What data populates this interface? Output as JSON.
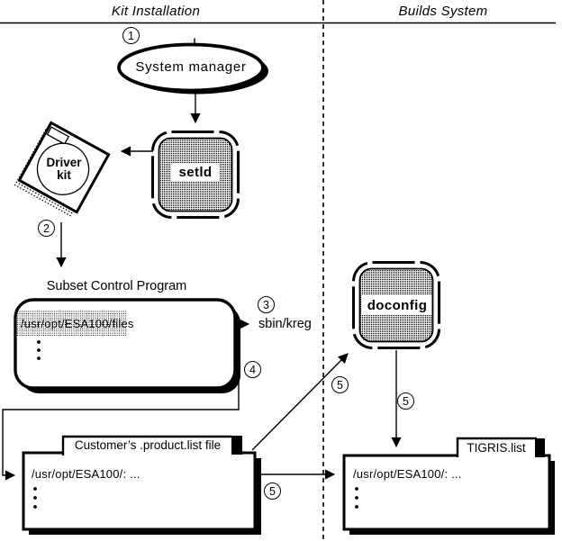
{
  "header": {
    "left_title": "Kit Installation",
    "right_title": "Builds System"
  },
  "nodes": {
    "system_manager": {
      "label": "System manager"
    },
    "setld": {
      "label": "setld"
    },
    "driver_kit": {
      "label_line1": "Driver",
      "label_line2": "kit"
    },
    "subset_control_program": {
      "title": "Subset Control Program",
      "entry": "/usr/opt/ESA100/files"
    },
    "kreg": {
      "label": "sbin/kreg"
    },
    "doconfig": {
      "label": "doconfig"
    },
    "customer_list": {
      "title": "Customer’s .product.list file",
      "entry": "/usr/opt/ESA100/: ..."
    },
    "tigris_list": {
      "title": "TIGRIS.list",
      "entry": "/usr/opt/ESA100/: ..."
    }
  },
  "steps": {
    "s1": "1",
    "s2": "2",
    "s3": "3",
    "s4": "4",
    "s5": "5"
  },
  "colors": {
    "ink": "#000000",
    "background": "#ffffff"
  }
}
